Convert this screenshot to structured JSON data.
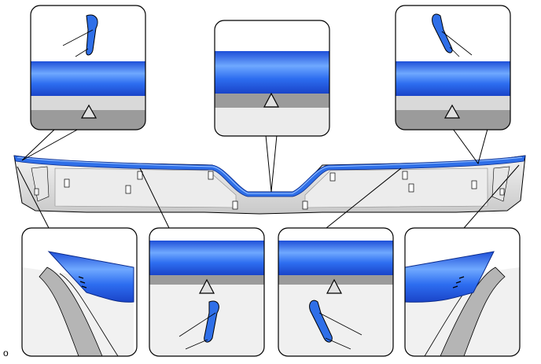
{
  "figure": {
    "caption_code": "o",
    "colors": {
      "molding_blue": "#2f6fe8",
      "molding_highlight": "#7fb1ff",
      "panel_gray": "#d8d8d8",
      "panel_dark": "#9b9b9b",
      "outline": "#000000"
    },
    "callouts": [
      {
        "name": "top-left-detail",
        "content": "clip-and-molding"
      },
      {
        "name": "top-center-detail",
        "content": "molding-with-marker"
      },
      {
        "name": "top-right-detail",
        "content": "clip-and-molding"
      },
      {
        "name": "bottom-left-detail",
        "content": "molding-end"
      },
      {
        "name": "bottom-center-left-detail",
        "content": "molding-with-clip"
      },
      {
        "name": "bottom-center-right-detail",
        "content": "molding-with-clip"
      },
      {
        "name": "bottom-right-detail",
        "content": "molding-end"
      }
    ],
    "icons": [
      "triangle-marker-icon",
      "clip-icon"
    ]
  }
}
